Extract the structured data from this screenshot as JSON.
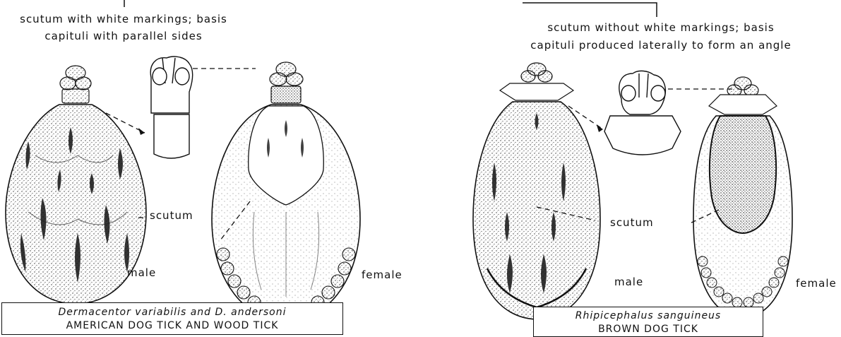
{
  "left": {
    "description_line1": "scutum with white markings; basis",
    "description_line2": "capituli with parallel sides",
    "scutum_label": "scutum",
    "male_label": "male",
    "female_label": "female",
    "species_scientific": "Dermacentor variabilis and D. andersoni",
    "species_common": "AMERICAN DOG TICK AND WOOD TICK"
  },
  "right": {
    "description_line1": "scutum without white markings; basis",
    "description_line2": "capituli produced laterally to form an angle",
    "scutum_label": "scutum",
    "male_label": "male",
    "female_label": "female",
    "species_scientific": "Rhipicephalus sanguineus",
    "species_common": "BROWN DOG TICK"
  }
}
